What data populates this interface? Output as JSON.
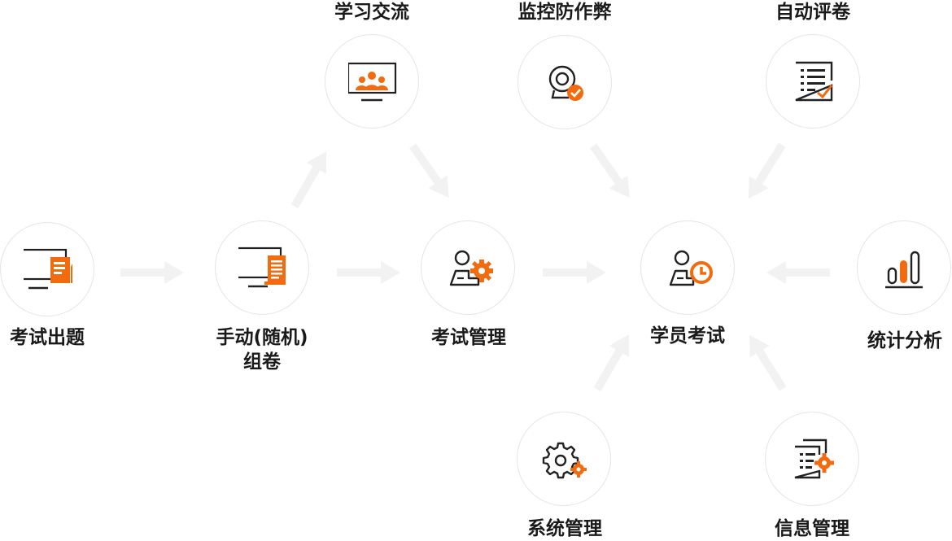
{
  "colors": {
    "accent": "#f26b0f",
    "dark": "#222222",
    "arrow": "#f2f2f2",
    "circle_border": "#e5e5e5"
  },
  "nodes": {
    "kaoshi_chuti": {
      "label": "考试出题",
      "icon": "monitor-document-icon"
    },
    "shoudong_zujuan": {
      "label_line1": "手动(随机)",
      "label_line2": "组卷",
      "icon": "monitor-scroll-icon"
    },
    "kaoshi_guanli": {
      "label": "考试管理",
      "icon": "person-gear-icon"
    },
    "xueyuan_kaoshi": {
      "label": "学员考试",
      "icon": "person-clock-icon"
    },
    "tongji_fenxi": {
      "label": "统计分析",
      "icon": "bar-chart-icon"
    },
    "xuexi_jiaoliu": {
      "label": "学习交流",
      "icon": "presentation-group-icon"
    },
    "jiankong_fangzuobi": {
      "label": "监控防作弊",
      "icon": "webcam-check-icon"
    },
    "zidong_pingjuan": {
      "label": "自动评卷",
      "icon": "checklist-icon"
    },
    "xitong_guanli": {
      "label": "系统管理",
      "icon": "gears-icon"
    },
    "xinxi_guanli": {
      "label": "信息管理",
      "icon": "documents-gear-icon"
    }
  }
}
